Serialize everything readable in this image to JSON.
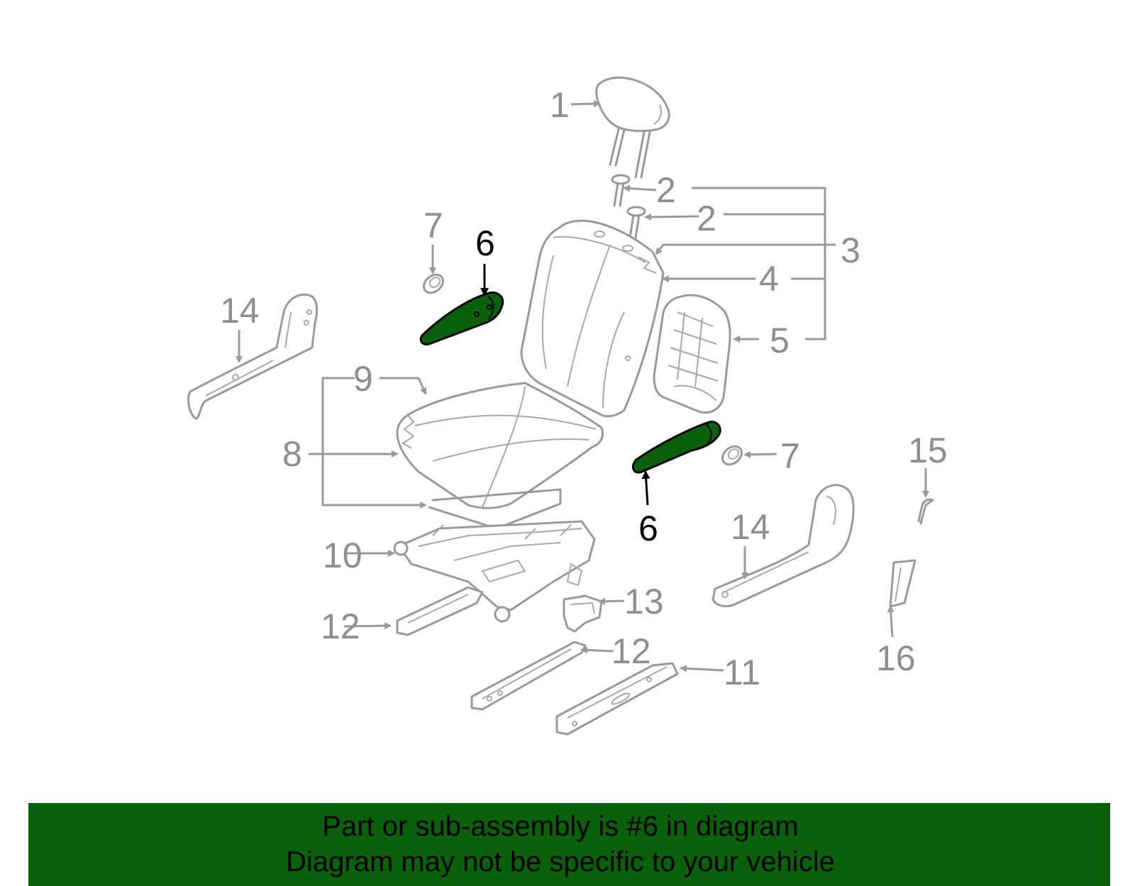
{
  "diagram": {
    "highlight_color": "#0b610b",
    "part_line_color": "#9a9a9a",
    "callouts": {
      "c1": "1",
      "c2a": "2",
      "c2b": "2",
      "c3": "3",
      "c4": "4",
      "c5": "5",
      "c6a": "6",
      "c6b": "6",
      "c7a": "7",
      "c7b": "7",
      "c8": "8",
      "c9": "9",
      "c10": "10",
      "c11": "11",
      "c12a": "12",
      "c12b": "12",
      "c13": "13",
      "c14a": "14",
      "c14b": "14",
      "c15": "15",
      "c16": "16"
    }
  },
  "banner": {
    "line1": "Part or sub-assembly is #6 in diagram",
    "line2": "Diagram may not be specific to your vehicle"
  }
}
